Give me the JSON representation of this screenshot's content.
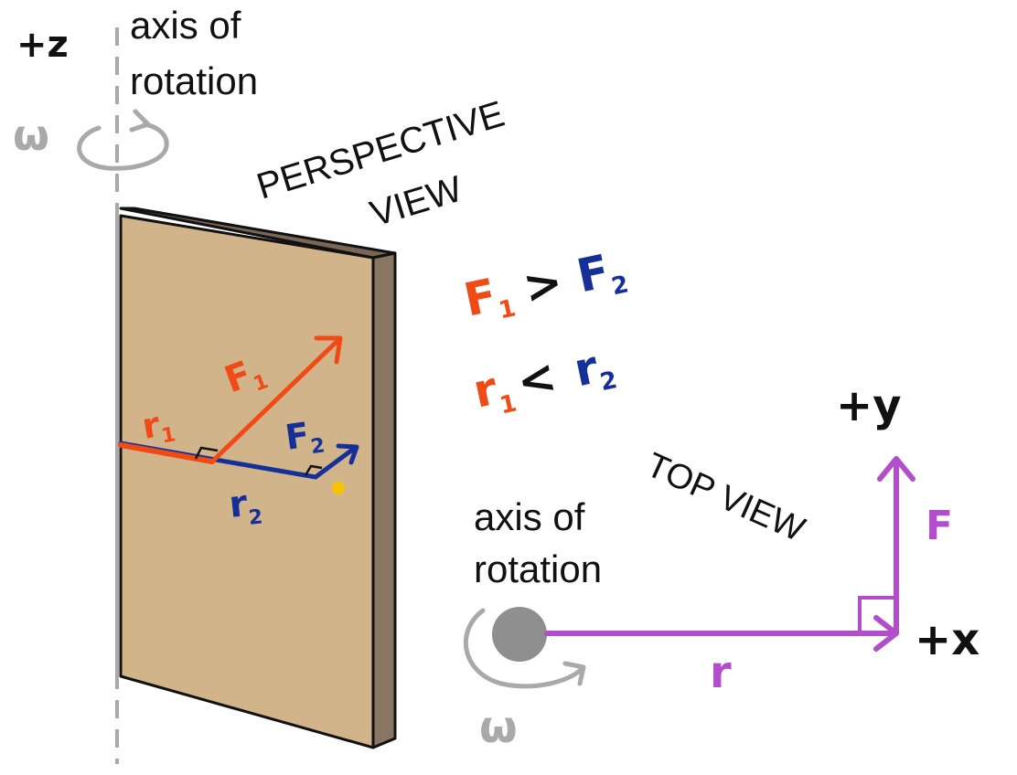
{
  "perspective": {
    "view_label_line1": "PERSPECTIVE",
    "view_label_line2": "VIEW",
    "axis_label_line1": "axis of",
    "axis_label_line2": "rotation",
    "z_axis_label": "+z",
    "omega_label": "ω",
    "force1_label": "F",
    "force1_sub": "1",
    "force2_label": "F",
    "force2_sub": "2",
    "r1_label": "r",
    "r1_sub": "1",
    "r2_label": "r",
    "r2_sub": "2"
  },
  "relations": {
    "force_compare": {
      "left": "F",
      "left_sub": "1",
      "symbol": ">",
      "right": "F",
      "right_sub": "2"
    },
    "radius_compare": {
      "left": "r",
      "left_sub": "1",
      "symbol": "<",
      "right": "r",
      "right_sub": "2"
    }
  },
  "top": {
    "view_label": "TOP VIEW",
    "axis_label_line1": "axis of",
    "axis_label_line2": "rotation",
    "y_axis_label": "+y",
    "x_axis_label": "+x",
    "force_label": "F",
    "radius_label": "r",
    "omega_label": "ω"
  },
  "colors": {
    "force1": "#f04a16",
    "force2": "#16309a",
    "top_vectors": "#b34dcc",
    "axis": "#a9a9a9",
    "door_face": "#d2b48a",
    "door_edge": "#8a7563",
    "hinge_dot": "#8f8f8f",
    "marker": "#f5c400"
  }
}
